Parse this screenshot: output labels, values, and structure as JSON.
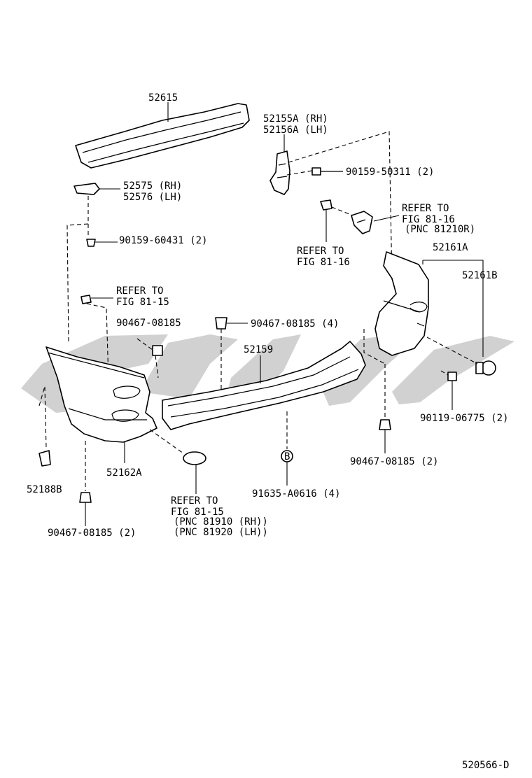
{
  "labels": {
    "p52615": "52615",
    "p52155a": "52155A (RH)",
    "p52156a": "52156A (LH)",
    "p90159_50311": "90159-50311 (2)",
    "p52575": "52575 (RH)",
    "p52576": "52576 (LH)",
    "refer_top_1": "REFER TO",
    "refer_top_2": "FIG 81-16",
    "refer_top_3": "(PNC 81210R)",
    "p90159_60431": "90159-60431 (2)",
    "refer_mid_1": "REFER TO",
    "refer_mid_2": "FIG 81-16",
    "p52161a": "52161A",
    "p52161b": "52161B",
    "refer_left_1": "REFER TO",
    "refer_left_2": "FIG 81-15",
    "p90467_left": "90467-08185",
    "p90467_center": "90467-08185 (4)",
    "p52159": "52159",
    "p90119": "90119-06775 (2)",
    "p90467_right": "90467-08185 (2)",
    "p52188b": "52188B",
    "p52162a": "52162A",
    "p91635": "91635-A0616 (4)",
    "refer_bottom_1": "REFER TO",
    "refer_bottom_2": "FIG 81-15",
    "refer_bottom_3": "(PNC 81910 (RH))",
    "refer_bottom_4": "(PNC 81920 (LH))",
    "p90467_bottom": "90467-08185 (2)",
    "callout_b": "B",
    "drawing_id": "520566-D"
  }
}
